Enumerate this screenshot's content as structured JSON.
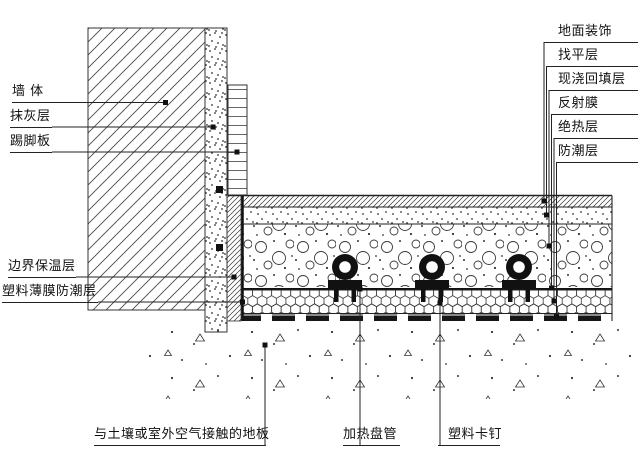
{
  "diagram": {
    "type": "construction-detail-section",
    "colors": {
      "ink": "#222222",
      "solid_black": "#111111",
      "background": "#ffffff"
    },
    "labels": {
      "wall": "墙 体",
      "plaster_layer": "抹灰层",
      "skirting_board": "踢脚板",
      "boundary_insulation": "边界保温层",
      "plastic_film_moisture_barrier": "塑料薄膜防潮层",
      "floor_finish": "地面装饰",
      "leveling_layer": "找平层",
      "cast_in_place_backfill": "现浇回填层",
      "reflective_film": "反射膜",
      "thermal_insulation": "绝热层",
      "moisture_barrier": "防潮层",
      "floor_contact_soil": "与土壤或室外空气接触的地板",
      "heating_coil_pipe": "加热盘管",
      "plastic_clip": "塑料卡钉"
    }
  }
}
